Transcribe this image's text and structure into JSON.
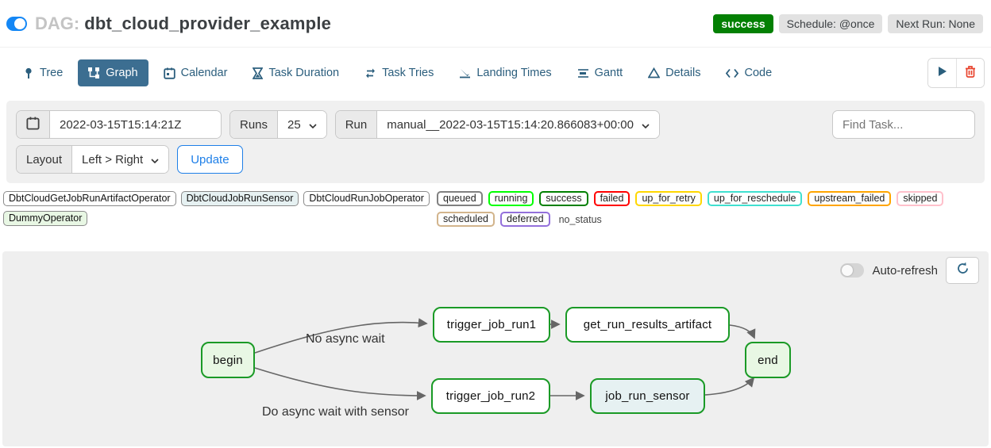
{
  "header": {
    "dag_prefix": "DAG:",
    "dag_title": "dbt_cloud_provider_example",
    "status_badge": "success",
    "schedule_badge": "Schedule: @once",
    "next_run_badge": "Next Run: None",
    "status_color": "#038003",
    "toggle_on_color": "#1487f5"
  },
  "tabs": {
    "items": [
      {
        "label": "Tree"
      },
      {
        "label": "Graph",
        "active": true
      },
      {
        "label": "Calendar"
      },
      {
        "label": "Task Duration"
      },
      {
        "label": "Task Tries"
      },
      {
        "label": "Landing Times"
      },
      {
        "label": "Gantt"
      },
      {
        "label": "Details"
      },
      {
        "label": "Code"
      }
    ],
    "active_bg": "#3c6e91"
  },
  "filters": {
    "date_value": "2022-03-15T15:14:21Z",
    "runs_label": "Runs",
    "runs_value": "25",
    "run_label": "Run",
    "run_value": "manual__2022-03-15T15:14:20.866083+00:00",
    "find_task_placeholder": "Find Task...",
    "layout_label": "Layout",
    "layout_value": "Left > Right",
    "update_label": "Update"
  },
  "legend": {
    "operators": [
      {
        "name": "DbtCloudGetJobRunArtifactOperator",
        "bg": "#ffffff"
      },
      {
        "name": "DbtCloudJobRunSensor",
        "bg": "#e6f1f2"
      },
      {
        "name": "DbtCloudRunJobOperator",
        "bg": "#ffffff"
      },
      {
        "name": "DummyOperator",
        "bg": "#e8f7e4"
      }
    ],
    "statuses": [
      {
        "name": "queued",
        "color": "#808080"
      },
      {
        "name": "running",
        "color": "#00ff00"
      },
      {
        "name": "success",
        "color": "#008000"
      },
      {
        "name": "failed",
        "color": "#ff0000"
      },
      {
        "name": "up_for_retry",
        "color": "#ffd700"
      },
      {
        "name": "up_for_reschedule",
        "color": "#40e0d0"
      },
      {
        "name": "upstream_failed",
        "color": "#ffa500"
      },
      {
        "name": "skipped",
        "color": "#ffc0cb"
      },
      {
        "name": "scheduled",
        "color": "#d2b48c"
      },
      {
        "name": "deferred",
        "color": "#9370db"
      }
    ],
    "no_status_label": "no_status"
  },
  "graph": {
    "auto_refresh_label": "Auto-refresh",
    "node_border_color": "#1a9a26",
    "edge_color": "#666666",
    "nodes": [
      {
        "id": "begin",
        "label": "begin",
        "fill": "#e8f7e4"
      },
      {
        "id": "trigger_job_run1",
        "label": "trigger_job_run1",
        "fill": "#ffffff"
      },
      {
        "id": "get_run_results_artifact",
        "label": "get_run_results_artifact",
        "fill": "#ffffff"
      },
      {
        "id": "trigger_job_run2",
        "label": "trigger_job_run2",
        "fill": "#ffffff"
      },
      {
        "id": "job_run_sensor",
        "label": "job_run_sensor",
        "fill": "#e6f1f2"
      },
      {
        "id": "end",
        "label": "end",
        "fill": "#e8f7e4"
      }
    ],
    "edge_labels": [
      {
        "text": "No async wait"
      },
      {
        "text": "Do async wait with sensor"
      }
    ]
  }
}
